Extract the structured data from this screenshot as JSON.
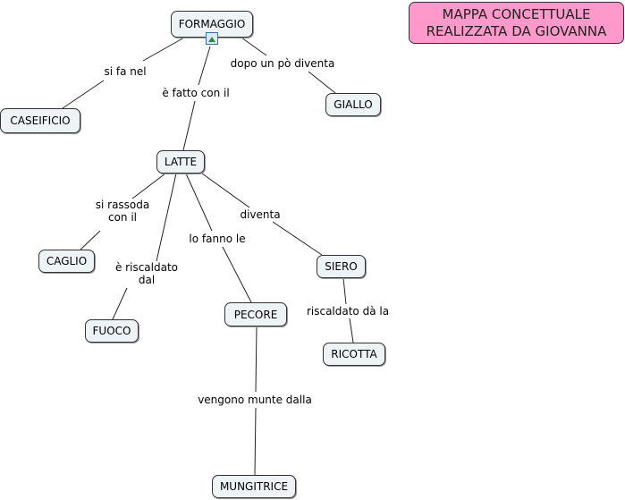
{
  "title": {
    "line1": "MAPPA CONCETTUALE",
    "line2": "REALIZZATA DA GIOVANNA"
  },
  "nodes": {
    "formaggio": "FORMAGGIO",
    "caseificio": "CASEIFICIO",
    "giallo": "GIALLO",
    "latte": "LATTE",
    "caglio": "CAGLIO",
    "siero": "SIERO",
    "fuoco": "FUOCO",
    "pecore": "PECORE",
    "ricotta": "RICOTTA",
    "mungitrice": "MUNGITRICE"
  },
  "links": {
    "si_fa_nel": "si fa nel",
    "fatto_con": "è fatto con il",
    "dopo": "dopo un pò diventa",
    "rassoda": "si rassoda\ncon il",
    "riscaldato_dal": "è riscaldato\ndal",
    "fanno": "lo fanno le",
    "diventa": "diventa",
    "riscaldato_da": "riscaldato dà la",
    "munte": "vengono munte dalla"
  },
  "icons": {
    "formaggio_attachment": "image-icon"
  },
  "colors": {
    "node_fill": "#eef3f6",
    "title_fill": "#ff99cc"
  }
}
